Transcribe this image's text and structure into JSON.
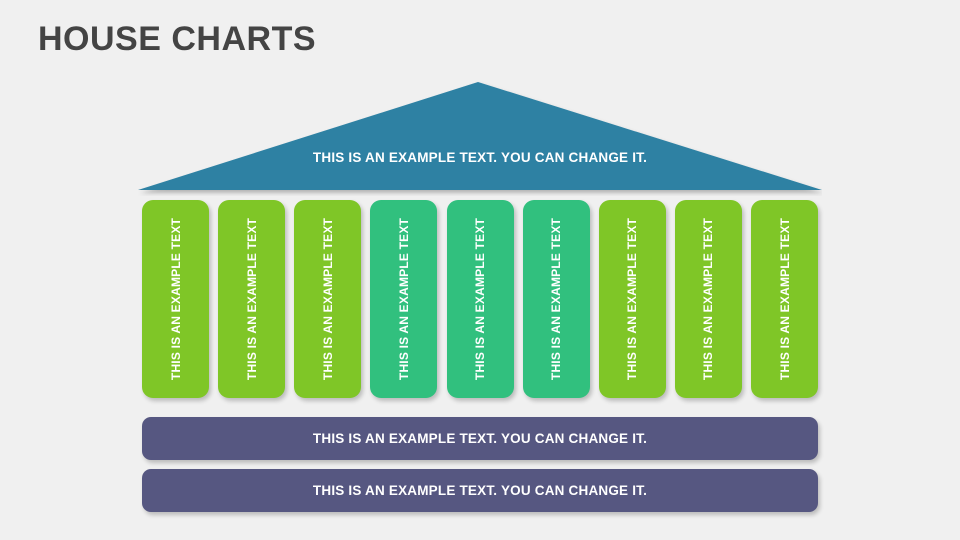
{
  "page": {
    "title": "HOUSE CHARTS",
    "background_color": "#f0f0f0",
    "title_color": "#444444"
  },
  "roof": {
    "label": "THIS IS AN EXAMPLE TEXT. YOU CAN CHANGE IT.",
    "color": "#2e81a3",
    "shape": "triangle",
    "text_color": "#ffffff"
  },
  "columns": {
    "lime_color": "#7fc627",
    "teal_color": "#31c07e",
    "text_color": "#ffffff",
    "items": [
      {
        "label": "THIS IS AN EXAMPLE TEXT",
        "color_name": "lime"
      },
      {
        "label": "THIS IS AN EXAMPLE TEXT",
        "color_name": "lime"
      },
      {
        "label": "THIS IS AN EXAMPLE TEXT",
        "color_name": "lime"
      },
      {
        "label": "THIS IS AN EXAMPLE TEXT",
        "color_name": "teal"
      },
      {
        "label": "THIS IS AN EXAMPLE TEXT",
        "color_name": "teal"
      },
      {
        "label": "THIS IS AN EXAMPLE TEXT",
        "color_name": "teal"
      },
      {
        "label": "THIS IS AN EXAMPLE TEXT",
        "color_name": "lime"
      },
      {
        "label": "THIS IS AN EXAMPLE TEXT",
        "color_name": "lime"
      },
      {
        "label": "THIS IS AN EXAMPLE TEXT",
        "color_name": "lime"
      }
    ]
  },
  "base_bars": {
    "color": "#565781",
    "text_color": "#ffffff",
    "items": [
      {
        "label": "THIS IS AN EXAMPLE TEXT. YOU CAN CHANGE IT."
      },
      {
        "label": "THIS IS AN EXAMPLE TEXT. YOU CAN CHANGE IT."
      }
    ]
  },
  "chart_data": {
    "type": "diagram",
    "title": "HOUSE CHARTS",
    "subtype": "house-infographic",
    "roof_text": "THIS IS AN EXAMPLE TEXT. YOU CAN CHANGE IT.",
    "pillar_count": 9,
    "pillar_labels": [
      "THIS IS AN EXAMPLE TEXT",
      "THIS IS AN EXAMPLE TEXT",
      "THIS IS AN EXAMPLE TEXT",
      "THIS IS AN EXAMPLE TEXT",
      "THIS IS AN EXAMPLE TEXT",
      "THIS IS AN EXAMPLE TEXT",
      "THIS IS AN EXAMPLE TEXT",
      "THIS IS AN EXAMPLE TEXT",
      "THIS IS AN EXAMPLE TEXT"
    ],
    "pillar_colors": [
      "#7fc627",
      "#7fc627",
      "#7fc627",
      "#31c07e",
      "#31c07e",
      "#31c07e",
      "#7fc627",
      "#7fc627",
      "#7fc627"
    ],
    "foundation_rows": [
      "THIS IS AN EXAMPLE TEXT. YOU CAN CHANGE IT.",
      "THIS IS AN EXAMPLE TEXT. YOU CAN CHANGE IT."
    ],
    "legend": []
  }
}
